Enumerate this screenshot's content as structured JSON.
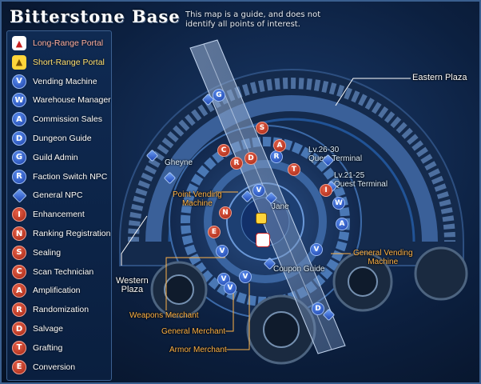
{
  "header": {
    "title": "Bitterstone Base",
    "subtitle": "This map is a guide, and does not identify all points of interest."
  },
  "colors": {
    "panel_bg": "#0f2a52",
    "npc_blue": "#2a55c8",
    "service_red": "#c0341e",
    "portal_long": "#c92020",
    "portal_short": "#ffd53a",
    "label_orange": "#ffb347"
  },
  "legend": {
    "items": [
      {
        "symbol": "",
        "icon": "long-range-portal-icon",
        "label": "Long-Range Portal"
      },
      {
        "symbol": "",
        "icon": "short-range-portal-icon",
        "label": "Short-Range Portal"
      },
      {
        "symbol": "V",
        "icon": "vending-machine-icon",
        "label": "Vending Machine"
      },
      {
        "symbol": "W",
        "icon": "warehouse-manager-icon",
        "label": "Warehouse Manager"
      },
      {
        "symbol": "A",
        "icon": "commission-sales-icon",
        "label": "Commission Sales"
      },
      {
        "symbol": "D",
        "icon": "dungeon-guide-icon",
        "label": "Dungeon Guide"
      },
      {
        "symbol": "G",
        "icon": "guild-admin-icon",
        "label": "Guild Admin"
      },
      {
        "symbol": "R",
        "icon": "faction-switch-npc-icon",
        "label": "Faction Switch NPC"
      },
      {
        "symbol": "",
        "icon": "general-npc-icon",
        "label": "General NPC"
      },
      {
        "symbol": "I",
        "icon": "enhancement-icon",
        "label": "Enhancement"
      },
      {
        "symbol": "N",
        "icon": "ranking-registration-icon",
        "label": "Ranking Registration"
      },
      {
        "symbol": "S",
        "icon": "sealing-icon",
        "label": "Sealing"
      },
      {
        "symbol": "C",
        "icon": "scan-technician-icon",
        "label": "Scan Technician"
      },
      {
        "symbol": "A",
        "icon": "amplification-icon",
        "label": "Amplification"
      },
      {
        "symbol": "R",
        "icon": "randomization-icon",
        "label": "Randomization"
      },
      {
        "symbol": "D",
        "icon": "salvage-icon",
        "label": "Salvage"
      },
      {
        "symbol": "T",
        "icon": "grafting-icon",
        "label": "Grafting"
      },
      {
        "symbol": "E",
        "icon": "conversion-icon",
        "label": "Conversion"
      }
    ]
  },
  "map_labels": {
    "eastern_plaza": "Eastern Plaza",
    "western_plaza": "Western\nPlaza",
    "gheyne": "Gheyne",
    "jane": "Jane",
    "quest_terminal_26_30": "Lv.26-30\nQuest Terminal",
    "quest_terminal_21_25": "Lv.21-25\nQuest Terminal",
    "point_vending_machine": "Point Vending\nMachine",
    "general_vending_machine": "General Vending\nMachine",
    "coupon_guide": "Coupon Guide",
    "weapons_merchant": "Weapons Merchant",
    "general_merchant": "General Merchant",
    "armor_merchant": "Armor Merchant"
  },
  "map_markers": {
    "blue": [
      {
        "symbol": "G"
      },
      {
        "symbol": "R"
      },
      {
        "symbol": "V"
      },
      {
        "symbol": "V"
      },
      {
        "symbol": "W"
      },
      {
        "symbol": "A"
      },
      {
        "symbol": "V"
      },
      {
        "symbol": "V"
      },
      {
        "symbol": "V"
      },
      {
        "symbol": "V"
      },
      {
        "symbol": "D"
      }
    ],
    "red": [
      {
        "symbol": "S"
      },
      {
        "symbol": "C"
      },
      {
        "symbol": "A"
      },
      {
        "symbol": "R"
      },
      {
        "symbol": "D"
      },
      {
        "symbol": "T"
      },
      {
        "symbol": "I"
      },
      {
        "symbol": "N"
      },
      {
        "symbol": "E"
      }
    ]
  }
}
